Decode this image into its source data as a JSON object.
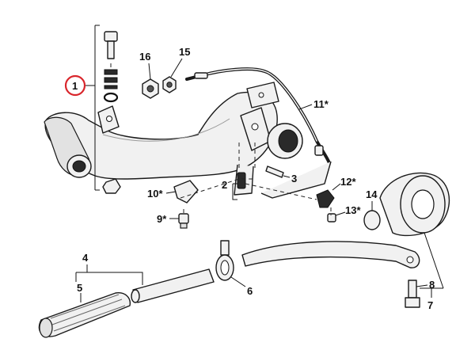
{
  "diagram": {
    "callouts": [
      {
        "id": "c1",
        "text": "1"
      },
      {
        "id": "c2",
        "text": "2"
      },
      {
        "id": "c3",
        "text": "3"
      },
      {
        "id": "c4",
        "text": "4"
      },
      {
        "id": "c5",
        "text": "5"
      },
      {
        "id": "c6",
        "text": "6"
      },
      {
        "id": "c7",
        "text": "7"
      },
      {
        "id": "c8",
        "text": "8"
      },
      {
        "id": "c9",
        "text": "9*"
      },
      {
        "id": "c10",
        "text": "10*"
      },
      {
        "id": "c11",
        "text": "11*"
      },
      {
        "id": "c12",
        "text": "12*"
      },
      {
        "id": "c13",
        "text": "13*"
      },
      {
        "id": "c14",
        "text": "14"
      },
      {
        "id": "c15",
        "text": "15"
      },
      {
        "id": "c16",
        "text": "16"
      }
    ],
    "highlight": {
      "callout": "1",
      "color": "#d9262c"
    }
  }
}
